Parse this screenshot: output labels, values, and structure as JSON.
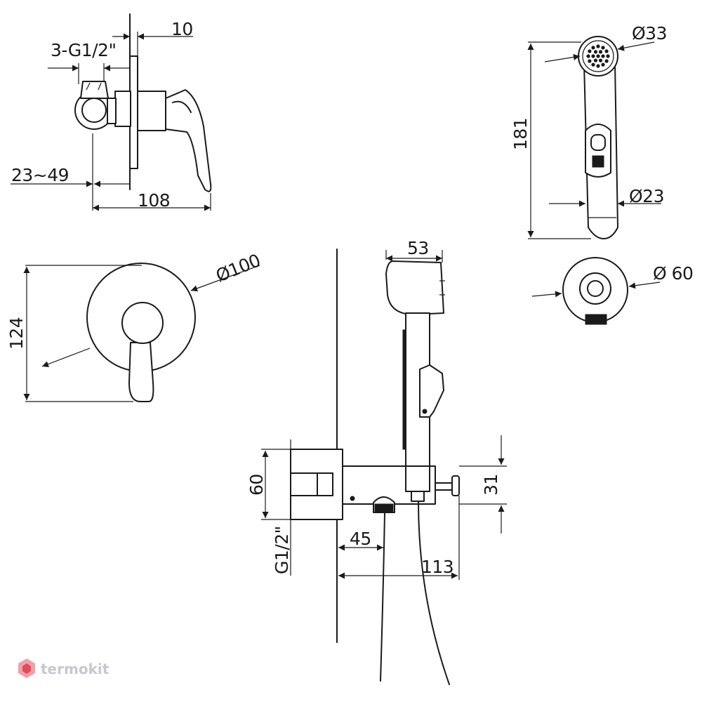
{
  "dimensions": {
    "plate_thickness": "10",
    "outlet_thread": "3-G1/2\"",
    "wall_depth": "23~49",
    "body_length": "108",
    "plate_diameter": "Ø100",
    "total_height": "124",
    "spray_head_diameter": "Ø33",
    "handset_length": "181",
    "handle_diameter": "Ø23",
    "holder_width": "53",
    "holder_diameter": "Ø 60",
    "connector_height": "60",
    "connector_thread": "G1/2\"",
    "bracket_height": "31",
    "hose_offset": "45",
    "bracket_length": "113"
  },
  "watermark": {
    "brand": "termokit"
  }
}
